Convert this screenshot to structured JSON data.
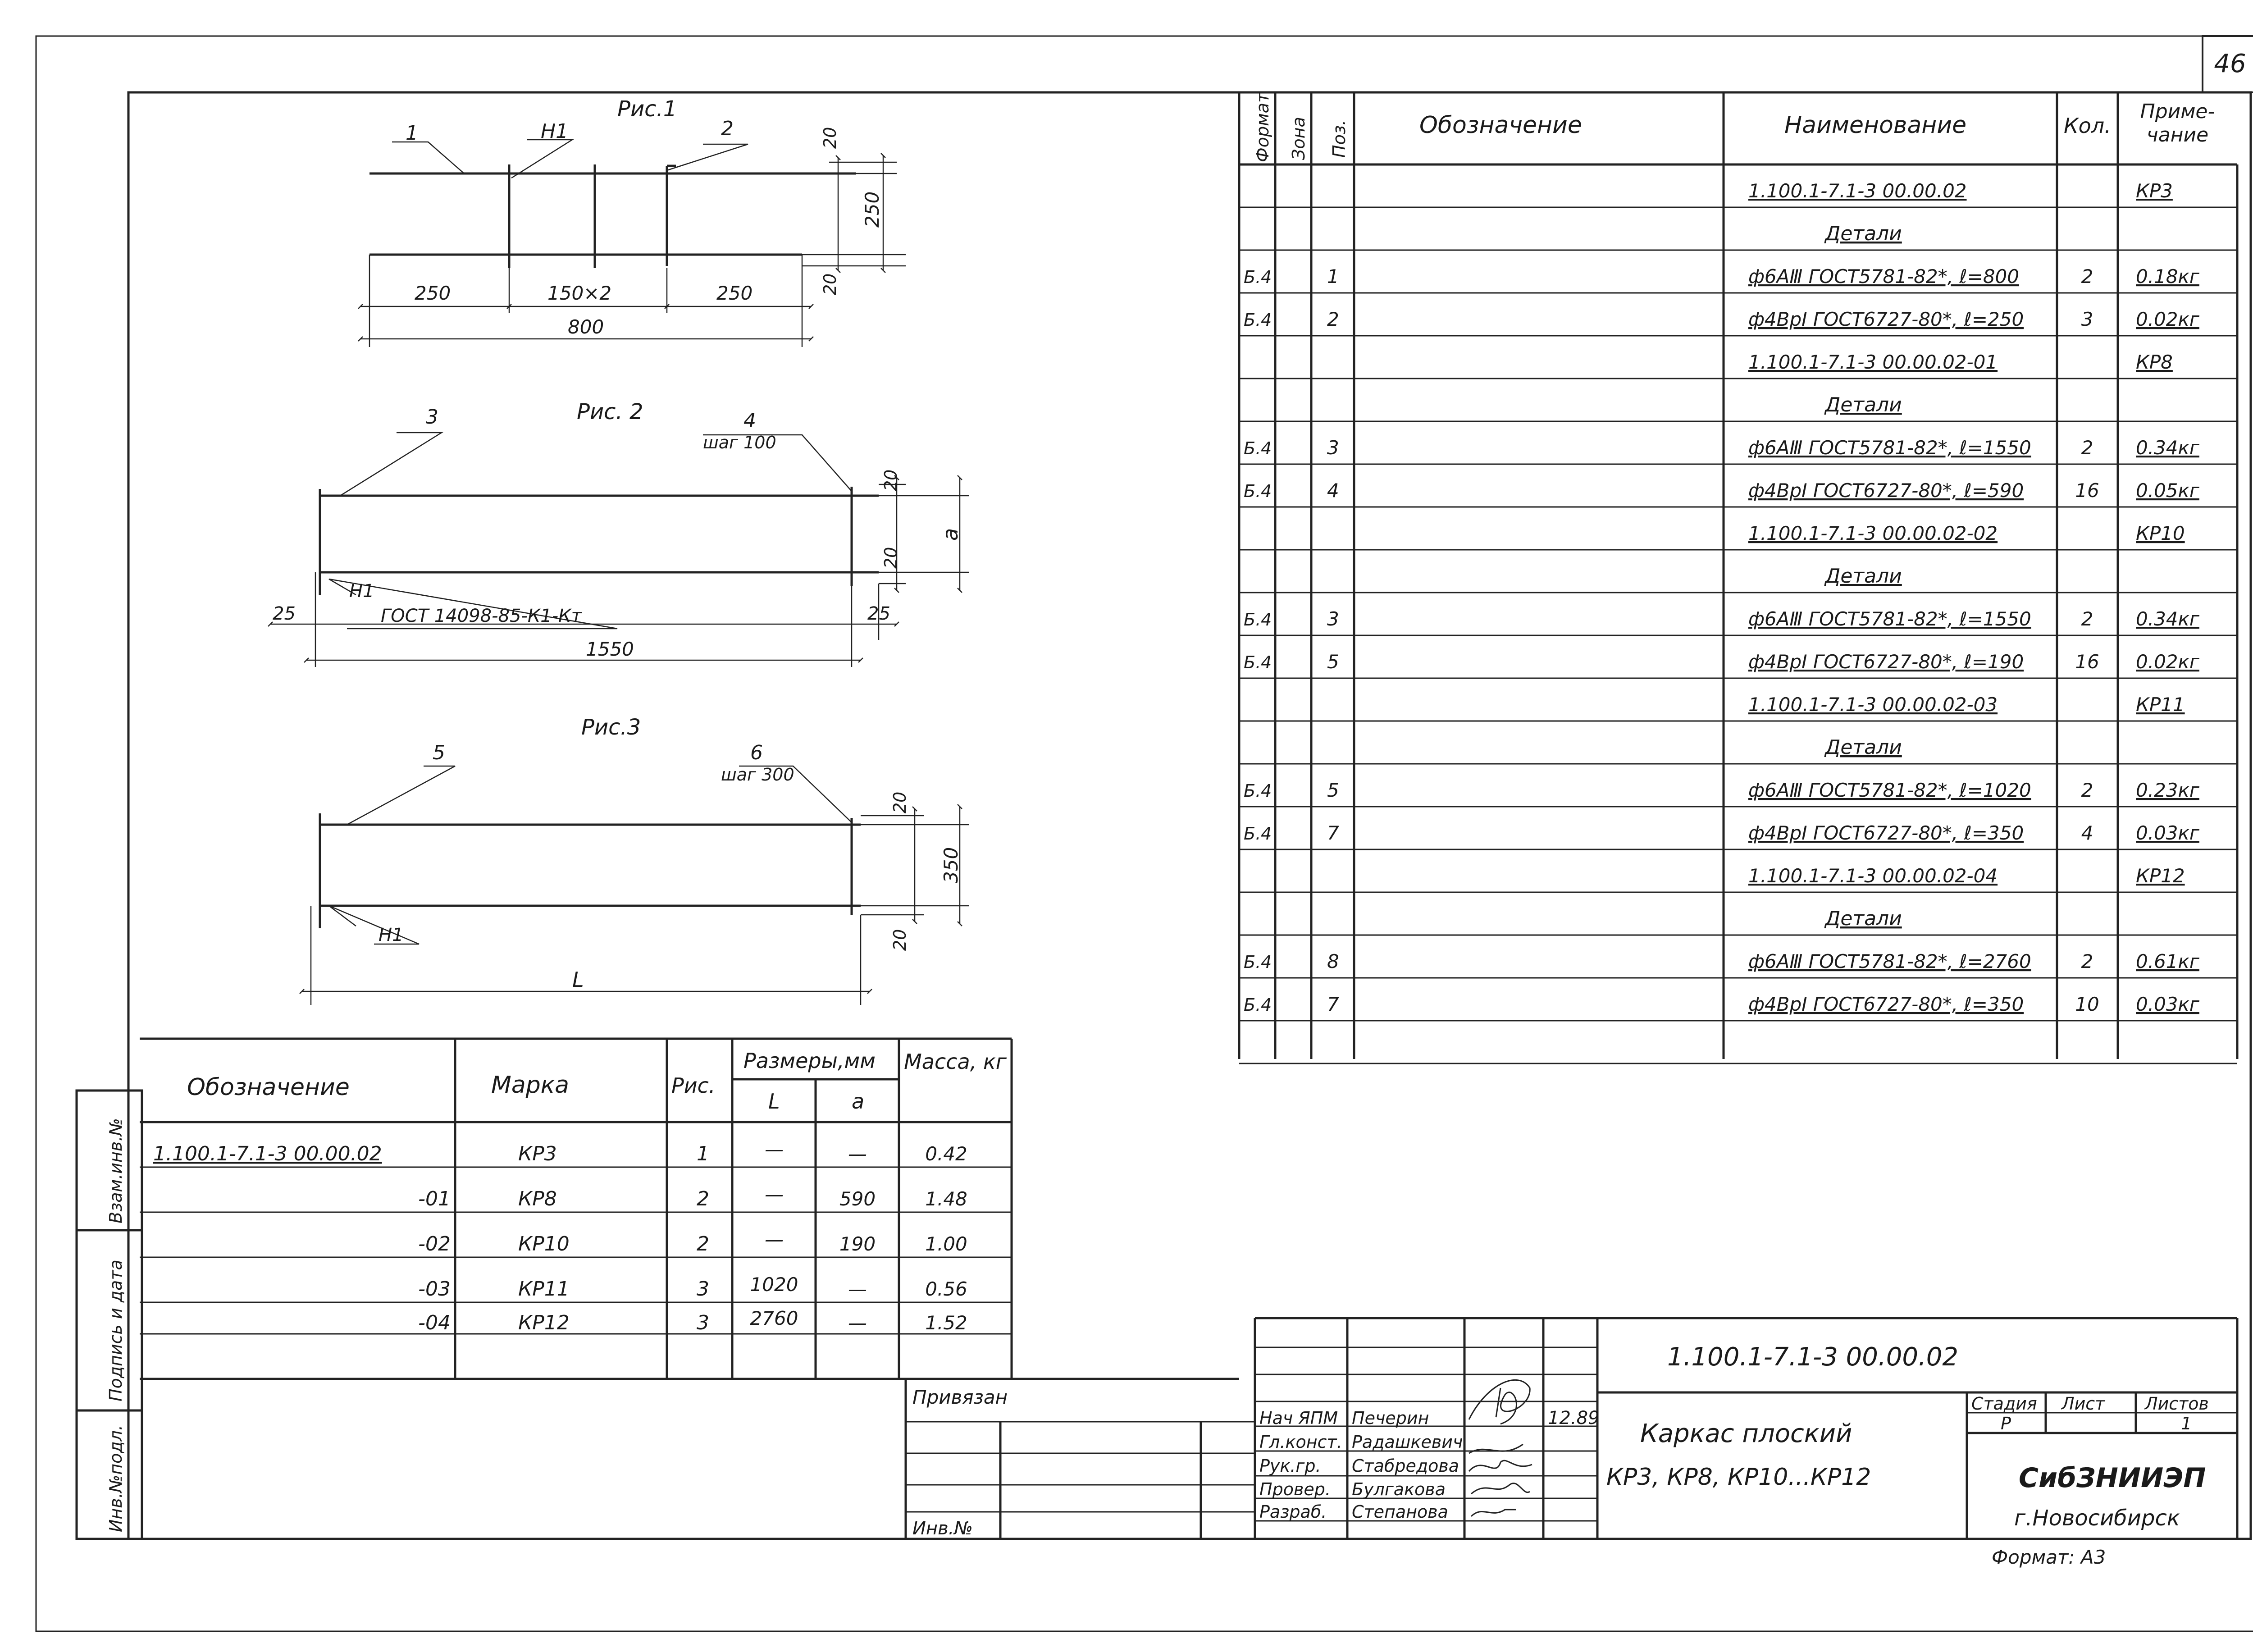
{
  "page_number": "46",
  "figures": {
    "fig1": {
      "title": "Рис.1",
      "callouts": [
        "1",
        "Н1",
        "2"
      ],
      "dims": [
        "20",
        "250",
        "20",
        "250",
        "150×2",
        "250",
        "800"
      ]
    },
    "fig2": {
      "title": "Рис. 2",
      "callouts": [
        "3",
        "4",
        "шаг 100",
        "Н1"
      ],
      "weld_note": "ГОСТ 14098-85-К1-Кт",
      "dims": [
        "20",
        "20",
        "a",
        "25",
        "25",
        "1550"
      ]
    },
    "fig3": {
      "title": "Рис.3",
      "callouts": [
        "5",
        "6",
        "шаг 300",
        "Н1"
      ],
      "dims": [
        "20",
        "350",
        "20",
        "L"
      ]
    }
  },
  "spec_table": {
    "headers": [
      "Формат",
      "Зона",
      "Поз.",
      "Обозначение",
      "Наименование",
      "Кол.",
      "Приме-чание"
    ],
    "rows": [
      {
        "fmt": "",
        "pos": "",
        "name": "1.100.1-7.1-3      00.00.02",
        "qty": "",
        "note": "КР3",
        "style": "doc"
      },
      {
        "fmt": "",
        "pos": "",
        "name": "Детали",
        "qty": "",
        "note": "",
        "style": "section"
      },
      {
        "fmt": "Б.4",
        "pos": "1",
        "name": "ф6АⅢ ГОСТ5781-82*, ℓ=800",
        "qty": "2",
        "note": "0.18кг",
        "style": "item"
      },
      {
        "fmt": "Б.4",
        "pos": "2",
        "name": "ф4ВрⅠ ГОСТ6727-80*, ℓ=250",
        "qty": "3",
        "note": "0.02кг",
        "style": "item"
      },
      {
        "fmt": "",
        "pos": "",
        "name": "1.100.1-7.1-3      00.00.02-01",
        "qty": "",
        "note": "КР8",
        "style": "doc"
      },
      {
        "fmt": "",
        "pos": "",
        "name": "Детали",
        "qty": "",
        "note": "",
        "style": "section"
      },
      {
        "fmt": "Б.4",
        "pos": "3",
        "name": "ф6АⅢ ГОСТ5781-82*, ℓ=1550",
        "qty": "2",
        "note": "0.34кг",
        "style": "item"
      },
      {
        "fmt": "Б.4",
        "pos": "4",
        "name": "ф4ВрⅠ ГОСТ6727-80*, ℓ=590",
        "qty": "16",
        "note": "0.05кг",
        "style": "item"
      },
      {
        "fmt": "",
        "pos": "",
        "name": "1.100.1-7.1-3      00.00.02-02",
        "qty": "",
        "note": "КР10",
        "style": "doc"
      },
      {
        "fmt": "",
        "pos": "",
        "name": "Детали",
        "qty": "",
        "note": "",
        "style": "section"
      },
      {
        "fmt": "Б.4",
        "pos": "3",
        "name": "ф6АⅢ ГОСТ5781-82*, ℓ=1550",
        "qty": "2",
        "note": "0.34кг",
        "style": "item"
      },
      {
        "fmt": "Б.4",
        "pos": "5",
        "name": "ф4ВрⅠ ГОСТ6727-80*, ℓ=190",
        "qty": "16",
        "note": "0.02кг",
        "style": "item"
      },
      {
        "fmt": "",
        "pos": "",
        "name": "1.100.1-7.1-3      00.00.02-03",
        "qty": "",
        "note": "КР11",
        "style": "doc"
      },
      {
        "fmt": "",
        "pos": "",
        "name": "Детали",
        "qty": "",
        "note": "",
        "style": "section"
      },
      {
        "fmt": "Б.4",
        "pos": "5",
        "name": "ф6АⅢ ГОСТ5781-82*, ℓ=1020",
        "qty": "2",
        "note": "0.23кг",
        "style": "item"
      },
      {
        "fmt": "Б.4",
        "pos": "7",
        "name": "ф4ВрⅠ ГОСТ6727-80*, ℓ=350",
        "qty": "4",
        "note": "0.03кг",
        "style": "item"
      },
      {
        "fmt": "",
        "pos": "",
        "name": "1.100.1-7.1-3      00.00.02-04",
        "qty": "",
        "note": "КР12",
        "style": "doc"
      },
      {
        "fmt": "",
        "pos": "",
        "name": "Детали",
        "qty": "",
        "note": "",
        "style": "section"
      },
      {
        "fmt": "Б.4",
        "pos": "8",
        "name": "ф6АⅢ ГОСТ5781-82*, ℓ=2760",
        "qty": "2",
        "note": "0.61кг",
        "style": "item"
      },
      {
        "fmt": "Б.4",
        "pos": "7",
        "name": "ф4ВрⅠ ГОСТ6727-80*, ℓ=350",
        "qty": "10",
        "note": "0.03кг",
        "style": "item"
      },
      {
        "fmt": "",
        "pos": "",
        "name": "",
        "qty": "",
        "note": "",
        "style": "blank"
      }
    ]
  },
  "variants_table": {
    "header_designation": "Обозначение",
    "header_mark": "Марка",
    "header_fig": "Рис.",
    "header_dims": "Размеры,мм",
    "header_L": "L",
    "header_a": "a",
    "header_mass": "Масса, кг",
    "rows": [
      {
        "des": "1.100.1-7.1-3   00.00.02",
        "mark": "КР3",
        "fig": "1",
        "L": "—",
        "a": "—",
        "mass": "0.42"
      },
      {
        "des": "-01",
        "mark": "КР8",
        "fig": "2",
        "L": "—",
        "a": "590",
        "mass": "1.48"
      },
      {
        "des": "-02",
        "mark": "КР10",
        "fig": "2",
        "L": "—",
        "a": "190",
        "mass": "1.00"
      },
      {
        "des": "-03",
        "mark": "КР11",
        "fig": "3",
        "L": "1020",
        "a": "—",
        "mass": "0.56"
      },
      {
        "des": "-04",
        "mark": "КР12",
        "fig": "3",
        "L": "2760",
        "a": "—",
        "mass": "1.52"
      },
      {
        "des": "",
        "mark": "",
        "fig": "",
        "L": "",
        "a": "",
        "mass": ""
      }
    ]
  },
  "left_strip": [
    "Взам.инв.№",
    "Подпись и дата",
    "Инв.№подл."
  ],
  "binding_block": {
    "tied": "Привязан",
    "inv": "Инв.№"
  },
  "title_block": {
    "code": "1.100.1-7.1-3          00.00.02",
    "title_line1": "Каркас плоский",
    "title_line2": "КР3, КР8, КР10...КР12",
    "stage_label": "Стадия",
    "sheet_label": "Лист",
    "sheets_label": "Листов",
    "stage": "Р",
    "sheets": "1",
    "org_name": "СибЗНИИЭП",
    "org_city": "г.Новосибирск",
    "format": "Формат: А3",
    "date": "12.89",
    "signatures": [
      {
        "role": "Нач ЯПМ",
        "name": "Печерин"
      },
      {
        "role": "Гл.конст.",
        "name": "Радашкевич"
      },
      {
        "role": "Рук.гр.",
        "name": "Стабредова"
      },
      {
        "role": "Провер.",
        "name": "Булгакова"
      },
      {
        "role": "Разраб.",
        "name": "Степанова"
      }
    ]
  }
}
